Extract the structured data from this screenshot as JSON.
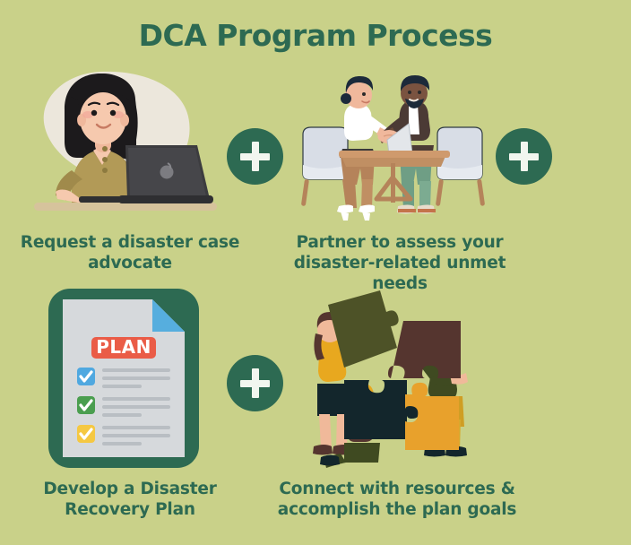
{
  "page": {
    "title": "DCA Program Process",
    "background_color": "#c9d189",
    "text_color": "#2d6a52",
    "accent_color": "#2d6a52"
  },
  "steps": [
    {
      "index": 1,
      "caption": "Request a disaster case advocate",
      "illustration": "woman-at-laptop",
      "illustration_colors": {
        "blob": "#ece7dc",
        "hair": "#1c1a1c",
        "skin": "#f6c9ae",
        "shirt": "#a08a4b",
        "laptop": "#3c3c3f",
        "desk": "#d6c39c"
      }
    },
    {
      "index": 2,
      "caption": "Partner to assess your disaster-related unmet needs",
      "illustration": "handshake-at-table",
      "illustration_colors": {
        "chair": "#d8dde6",
        "table": "#c08f63",
        "woman_top": "#ffffff",
        "woman_pants": "#b5835a",
        "man_jacket": "#4b3a35",
        "man_pants": "#6f9e85",
        "laptop": "#e3e6ea"
      }
    },
    {
      "index": 3,
      "caption": "Develop a Disaster Recovery Plan",
      "illustration": "plan-document-checklist",
      "document_banner_label": "PLAN",
      "illustration_colors": {
        "frame": "#2d6a52",
        "page": "#d6d9dc",
        "fold": "#56aede",
        "banner": "#ea5c47",
        "check_blue": "#4fa8e0",
        "check_green": "#4a9e4f",
        "check_yellow": "#f5c842",
        "text_lines": "#b9bec3"
      },
      "checklist_items": 3
    },
    {
      "index": 4,
      "caption": "Connect with resources & accomplish the plan goals",
      "illustration": "team-assembling-puzzle",
      "illustration_colors": {
        "piece_olive": "#4d5227",
        "piece_brown": "#55352f",
        "piece_navy": "#13262c",
        "piece_orange": "#e8a12c",
        "person_yellow": "#e8a81f",
        "person_skin": "#f0b99a",
        "person_dark_navy": "#13262c",
        "person_brown": "#55352f",
        "person_olive": "#3f4a21"
      }
    }
  ],
  "connectors": [
    {
      "name": "plus-1",
      "symbol": "+"
    },
    {
      "name": "plus-2",
      "symbol": "+"
    },
    {
      "name": "plus-3",
      "symbol": "+"
    }
  ]
}
